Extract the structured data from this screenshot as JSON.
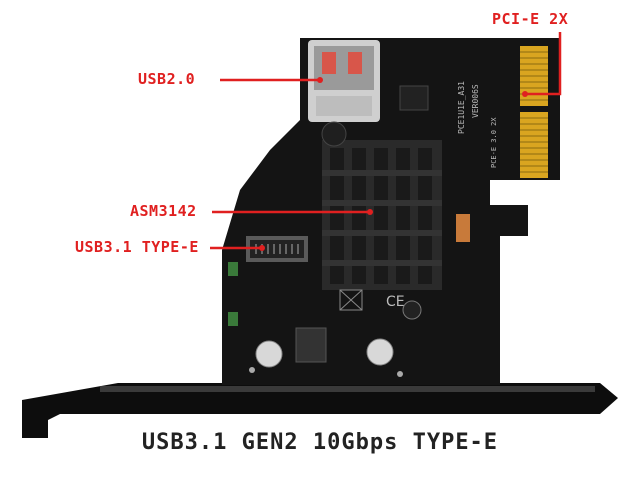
{
  "labels": {
    "pcie": "PCI-E 2X",
    "usb2": "USB2.0",
    "chip": "ASM3142",
    "typee": "USB3.1 TYPE-E"
  },
  "board_text": {
    "model": "PCE1U1E_A31",
    "version": "VER006S",
    "bus": "PCE-E 3.0 2X",
    "ce": "CE"
  },
  "caption": "USB3.1 GEN2 10Gbps TYPE-E",
  "colors": {
    "callout": "#e02020",
    "pcb": "#141414",
    "bracket": "#0d0d0d",
    "gold": "#d9a520",
    "heatsink": "#2a2a2a"
  }
}
